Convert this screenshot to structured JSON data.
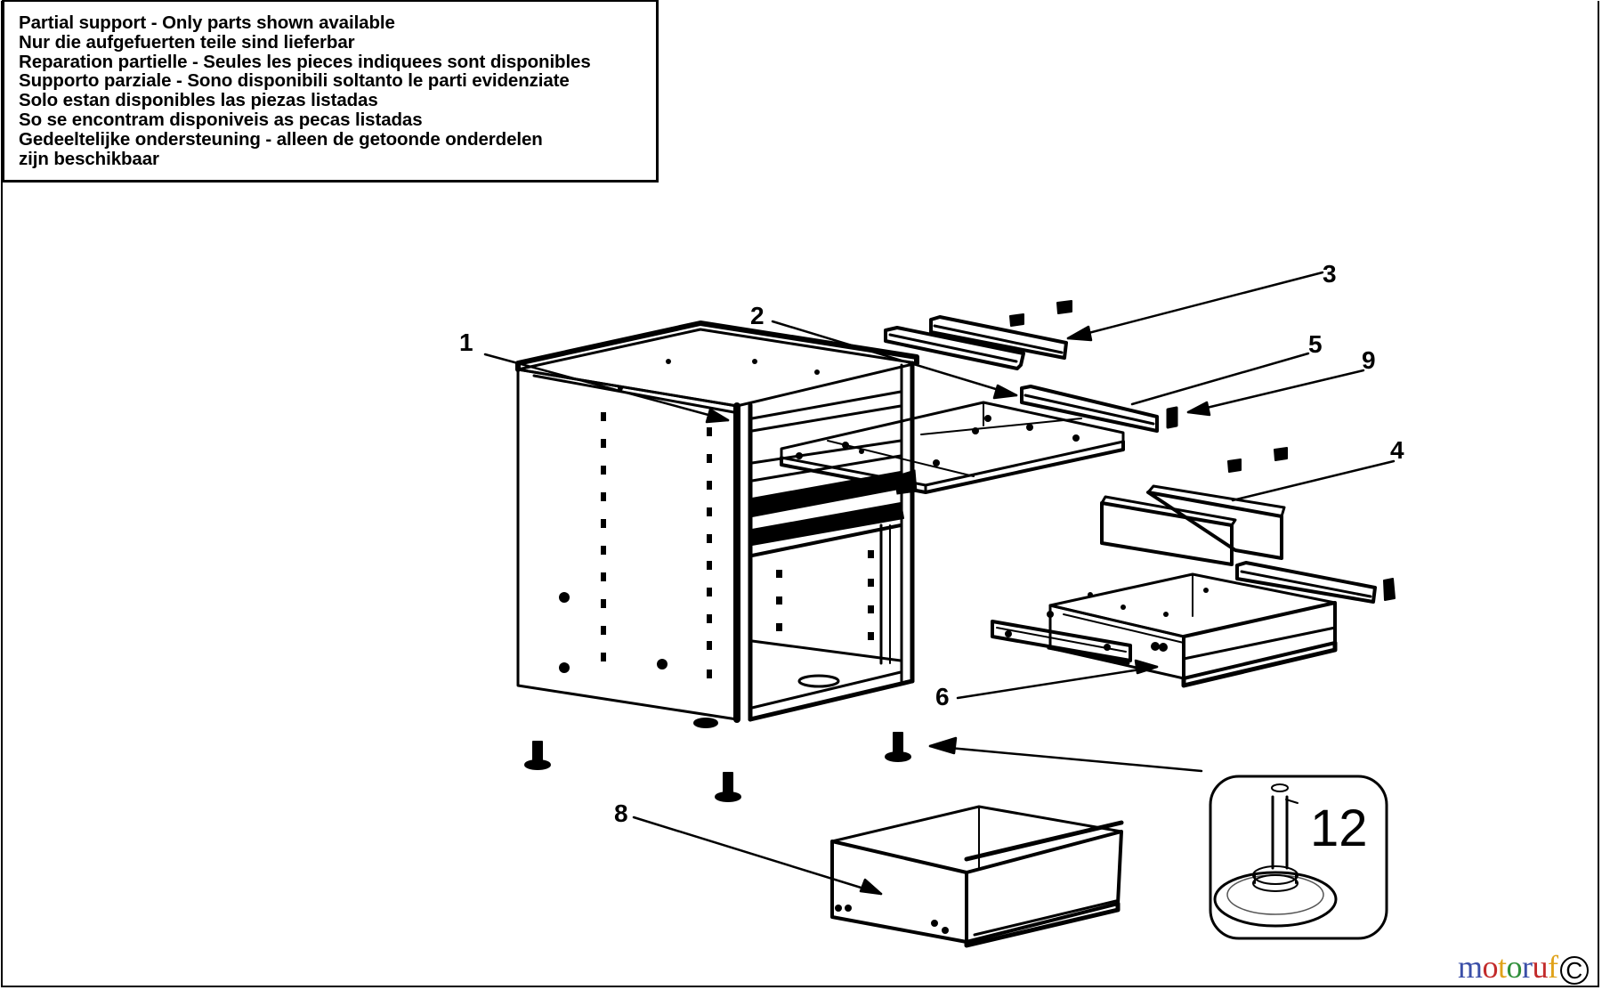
{
  "notice": {
    "lines": [
      "Partial support - Only parts shown available",
      "Nur die aufgefuerten teile sind lieferbar",
      "Reparation partielle - Seules les pieces indiquees sont disponibles",
      "Supporto parziale - Sono disponibili soltanto le parti evidenziate",
      "Solo estan disponibles las piezas listadas",
      "So se encontram disponiveis as pecas listadas",
      "Gedeeltelijke ondersteuning - alleen de getoonde onderdelen",
      "zijn beschikbaar"
    ]
  },
  "callouts": {
    "c1": "1",
    "c2": "2",
    "c3": "3",
    "c4": "4",
    "c5": "5",
    "c6": "6",
    "c8": "8",
    "c9": "9",
    "c12": "12"
  },
  "logo": {
    "letters": [
      "m",
      "o",
      "t",
      "o",
      "r",
      "u",
      "f"
    ],
    "colors": [
      "#3b4fa8",
      "#c22b2b",
      "#e0a21a",
      "#2f8f3a",
      "#3b4fa8",
      "#c22b2b",
      "#e0a21a"
    ],
    "badge": "C"
  }
}
